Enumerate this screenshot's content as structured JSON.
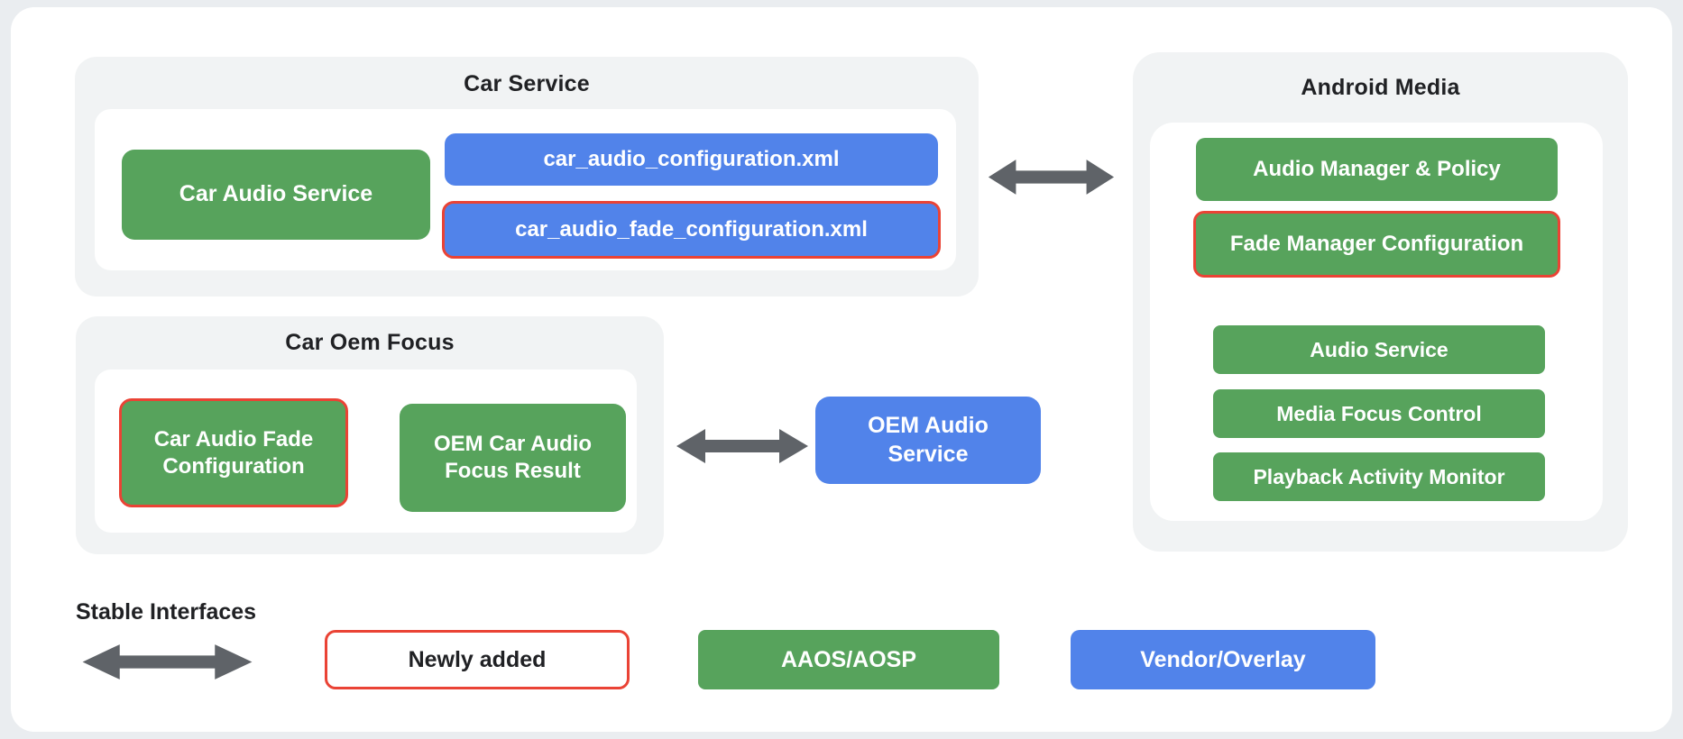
{
  "palette": {
    "green": "#57a35c",
    "blue": "#5183ea",
    "red": "#ea4335",
    "arrow_gray": "#5f6368",
    "group_bg": "#f1f3f4",
    "card_bg": "#ffffff",
    "page_bg": "#eaedf0",
    "text_dark": "#202124"
  },
  "groups": {
    "car_service": {
      "title": "Car Service",
      "car_audio_service": "Car Audio Service",
      "car_audio_configuration_xml": "car_audio_configuration.xml",
      "car_audio_fade_configuration_xml": "car_audio_fade_configuration.xml"
    },
    "car_oem_focus": {
      "title": "Car Oem Focus",
      "car_audio_fade_configuration": "Car Audio Fade Configuration",
      "oem_car_audio_focus_result": "OEM Car Audio Focus Result"
    },
    "android_media": {
      "title": "Android Media",
      "audio_manager_policy": "Audio Manager & Policy",
      "fade_manager_configuration": "Fade Manager Configuration",
      "audio_service": "Audio Service",
      "media_focus_control": "Media Focus Control",
      "playback_activity_monitor": "Playback Activity Monitor"
    },
    "oem_audio_service": "OEM Audio Service"
  },
  "legend": {
    "stable_interfaces_label": "Stable Interfaces",
    "newly_added": "Newly added",
    "aaos_aosp": "AAOS/AOSP",
    "vendor_overlay": "Vendor/Overlay"
  }
}
